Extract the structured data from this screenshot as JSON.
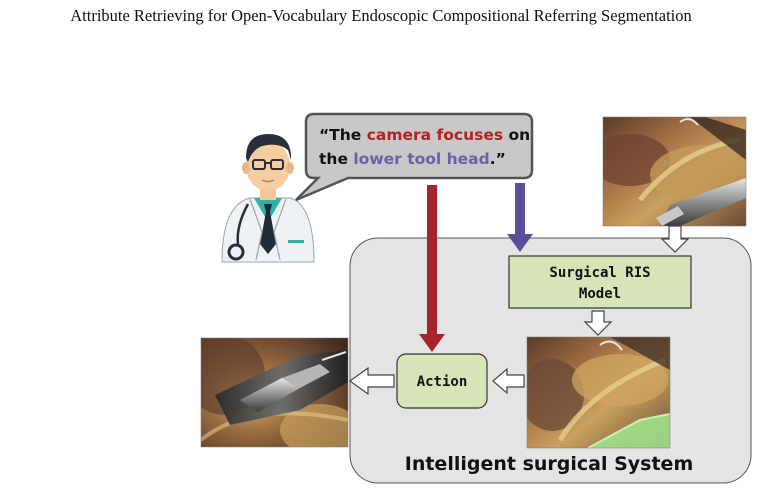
{
  "header": {
    "title": "Attribute Retrieving for Open-Vocabulary Endoscopic Compositional Referring Segmentation"
  },
  "figure": {
    "speech": {
      "line1_open": "“The ",
      "line1_highlight": "camera focuses",
      "line1_close": " on",
      "line2_open": "the ",
      "line2_highlight": "lower tool head",
      "line2_close": ".”"
    },
    "ris_model_label_line1": "Surgical RIS",
    "ris_model_label_line2": "Model",
    "action_label": "Action",
    "system_label": "Intelligent surgical System"
  },
  "colors": {
    "camera_highlight": "#b22222",
    "tool_highlight": "#6a5fa8",
    "red_arrow": "#a8232d",
    "purple_arrow": "#5a4f99",
    "system_panel": "#e4e4e4",
    "model_box": "#d6e4b8"
  }
}
